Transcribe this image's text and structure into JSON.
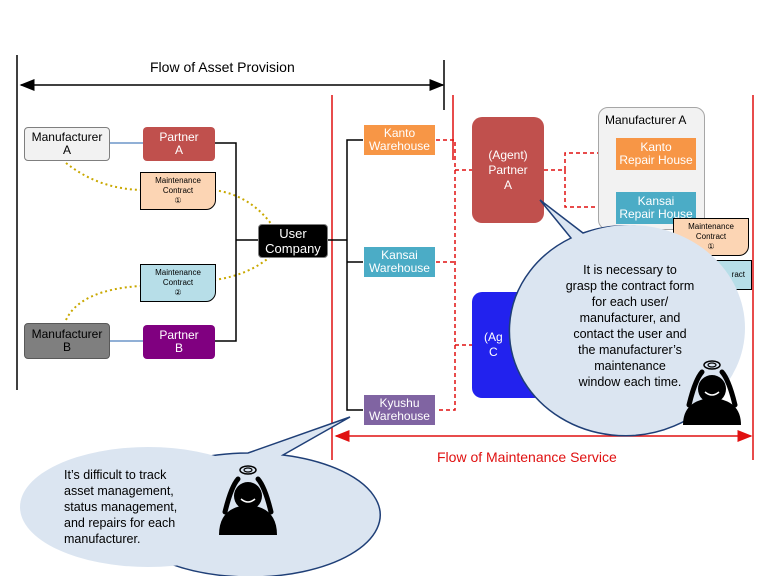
{
  "flows": {
    "asset_provision": "Flow of Asset Provision",
    "maintenance_service": "Flow of Maintenance Service"
  },
  "left": {
    "manufacturer_a": "Manufacturer\nA",
    "manufacturer_b": "Manufacturer\nB",
    "partner_a": "Partner\nA",
    "partner_b": "Partner\nB",
    "contract_1": "Maintenance\nContract\n①",
    "contract_2": "Maintenance\nContract\n②",
    "user_company": "User\nCompany"
  },
  "warehouses": {
    "kanto": "Kanto\nWarehouse",
    "kansai": "Kansai\nWarehouse",
    "kyushu": "Kyushu\nWarehouse"
  },
  "right": {
    "agent_partner_a": "(Agent)\nPartner\nA",
    "agent_partner_b_partial": "(Ag\nC",
    "manufacturer_a_group": "Manufacturer A",
    "kanto_repair": "Kanto\nRepair House",
    "kansai_repair": "Kansai\nRepair House",
    "contract_1_partial": "Maintenance\nContract\n①",
    "contract_partial": "ract"
  },
  "bubbles": {
    "right_text": "It is necessary to\ngrasp the contract form\nfor each user/\nmanufacturer, and\ncontact the user and\nthe manufacturer’s\nmaintenance\nwindow each time.",
    "left_text": "It’s difficult to track\nasset management,\nstatus management,\nand repairs for each\nmanufacturer."
  },
  "colors": {
    "partner_a": "#c0504d",
    "partner_b": "#800080",
    "warehouse_orange": "#f79646",
    "warehouse_blue": "#4bacc6",
    "warehouse_purple": "#8064a2",
    "agent_a": "#c0504d",
    "agent_b": "#2222ee",
    "red_line": "#e01010",
    "bubble_fill": "#dbe5f1",
    "bubble_stroke": "#1f3f77"
  },
  "icons": [
    "worried-person-icon",
    "worried-person-icon"
  ]
}
